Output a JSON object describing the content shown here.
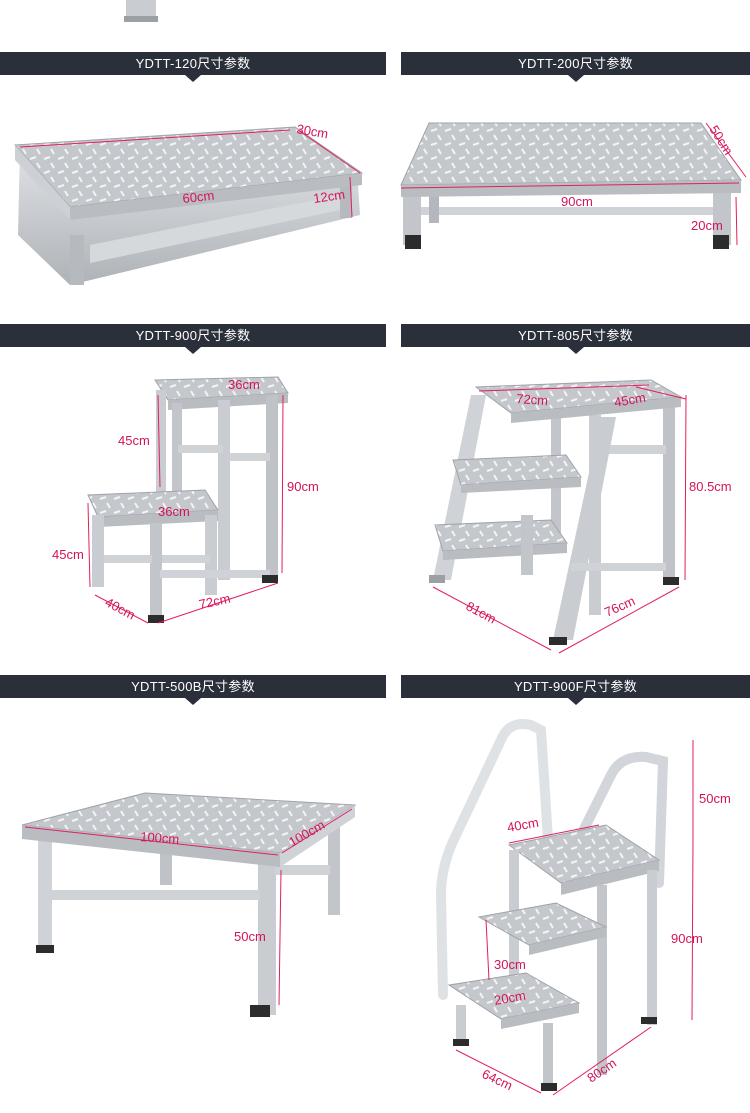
{
  "colors": {
    "header_bg": "#2b2f3a",
    "header_text": "#ffffff",
    "dimension": "#d4145a",
    "metal": "#c9ccd0"
  },
  "products": [
    {
      "model": "YDTT-120尺寸参数",
      "dims": [
        "30cm",
        "60cm",
        "12cm"
      ]
    },
    {
      "model": "YDTT-200尺寸参数",
      "dims": [
        "50cm",
        "90cm",
        "20cm"
      ]
    },
    {
      "model": "YDTT-900尺寸参数",
      "dims": [
        "36cm",
        "45cm",
        "90cm",
        "36cm",
        "45cm",
        "40cm",
        "72cm"
      ]
    },
    {
      "model": "YDTT-805尺寸参数",
      "dims": [
        "72cm",
        "45cm",
        "80.5cm",
        "81cm",
        "76cm"
      ]
    },
    {
      "model": "YDTT-500B尺寸参数",
      "dims": [
        "100cm",
        "100cm",
        "50cm"
      ]
    },
    {
      "model": "YDTT-900F尺寸参数",
      "dims": [
        "50cm",
        "40cm",
        "90cm",
        "30cm",
        "20cm",
        "64cm",
        "80cm"
      ]
    }
  ]
}
